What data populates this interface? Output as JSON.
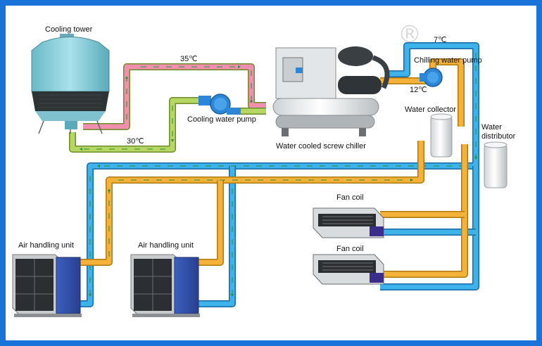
{
  "labels": {
    "cooling_tower": "Cooling tower",
    "temp_35": "35℃",
    "temp_30": "30℃",
    "cooling_water_pump": "Cooling water pump",
    "water_cooled_screw_chiller": "Water cooled screw chiller",
    "temp_7": "7℃",
    "temp_12": "12℃",
    "chilling_water_pump": "Chilling water pump",
    "water_collector": "Water collector",
    "water_distributor_line1": "Water",
    "water_distributor_line2": "distributor",
    "fan_coil_1": "Fan coil",
    "fan_coil_2": "Fan coil",
    "air_handling_unit_1": "Air handling unit",
    "air_handling_unit_2": "Air handling unit"
  },
  "watermark": "®",
  "colors": {
    "frame": "#1a73d9",
    "hot_pipe": "#f08fae",
    "cool_pipe": "#b6d862",
    "chilled_pipe": "#3eb3ea",
    "return_pipe": "#f4b23a",
    "arrow": "#2a8a3a",
    "tower": "#8fd0dc",
    "pump": "#2d86d6",
    "chiller": "#9aa3ac"
  },
  "icons": [
    "cooling-tower-icon",
    "cooling-pump-icon",
    "chiller-icon",
    "chilling-pump-icon",
    "water-collector-icon",
    "water-distributor-icon",
    "fan-coil-icon",
    "air-handling-unit-icon"
  ]
}
